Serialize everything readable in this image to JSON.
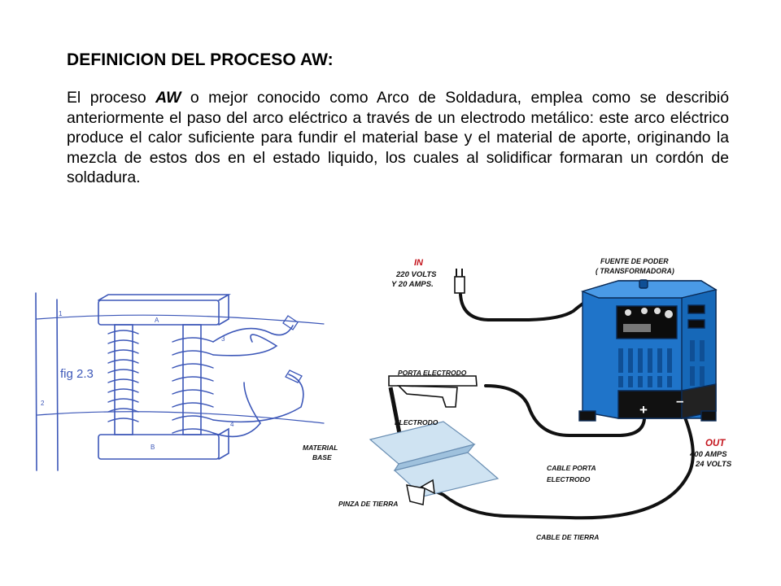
{
  "heading": "DEFINICION DEL PROCESO AW:",
  "paragraph": {
    "before": "El proceso ",
    "emphasis": "AW",
    "after": " o mejor conocido como Arco de Soldadura, emplea como se describió anteriormente el paso del arco eléctrico a través de un electrodo metálico: este arco eléctrico produce el calor suficiente para fundir el material base y el material de aporte, originando la mezcla de estos dos en el estado liquido, los cuales al solidificar formaran un cordón de soldadura."
  },
  "sketch": {
    "caption": "fig 2.3",
    "marks": [
      "1",
      "2",
      "3",
      "4",
      "A",
      "B"
    ]
  },
  "diagram": {
    "input": {
      "label": "IN",
      "volts": "220 VOLTS",
      "amps": "Y 20 AMPS."
    },
    "source": {
      "line1": "FUENTE DE PODER",
      "line2": "( TRANSFORMADORA)"
    },
    "polarity": {
      "plus": "+",
      "minus": "–"
    },
    "output": {
      "label": "OUT",
      "amps": "400 AMPS",
      "volts": "24 VOLTS"
    },
    "labels": {
      "electrode_holder": "PORTA ELECTRODO",
      "electrode": "ELECTRODO",
      "base_material_1": "MATERIAL",
      "base_material_2": "BASE",
      "ground_clamp": "PINZA DE TIERRA",
      "electrode_cable_1": "CABLE PORTA",
      "electrode_cable_2": "ELECTRODO",
      "ground_cable": "CABLE DE TIERRA"
    },
    "colors": {
      "machine": "#1f74c9",
      "machine_dark": "#0f4f95",
      "label_red": "#c4141c",
      "cable": "#111111"
    }
  }
}
